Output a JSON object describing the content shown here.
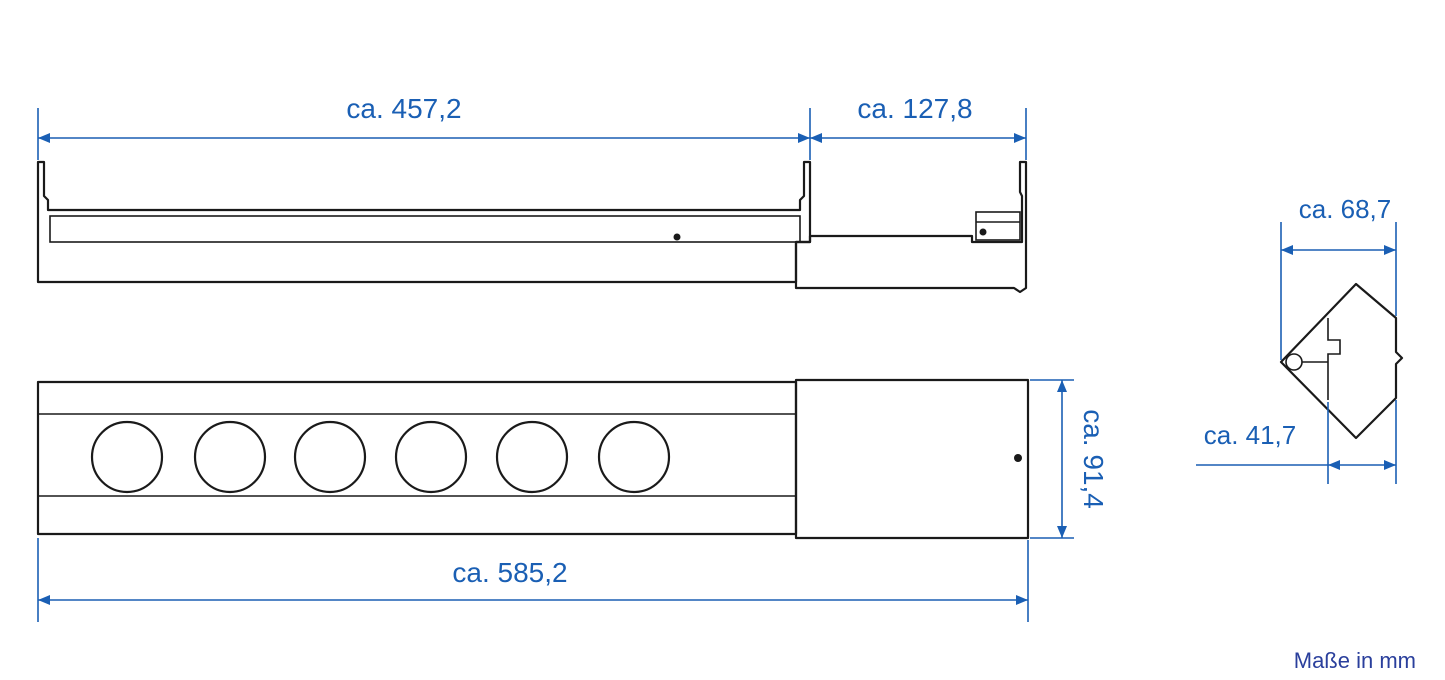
{
  "dimensions": {
    "side_left_length": "ca. 457,2",
    "side_right_length": "ca. 127,8",
    "total_length": "ca. 585,2",
    "depth": "ca. 91,4",
    "end_width": "ca. 68,7",
    "end_offset": "ca. 41,7"
  },
  "unit_note": "Maße in mm",
  "colors": {
    "dimension": "#1a5fb4",
    "outline": "#1a1a1a",
    "unit_note": "#2a3f9c"
  },
  "sockets": 6
}
